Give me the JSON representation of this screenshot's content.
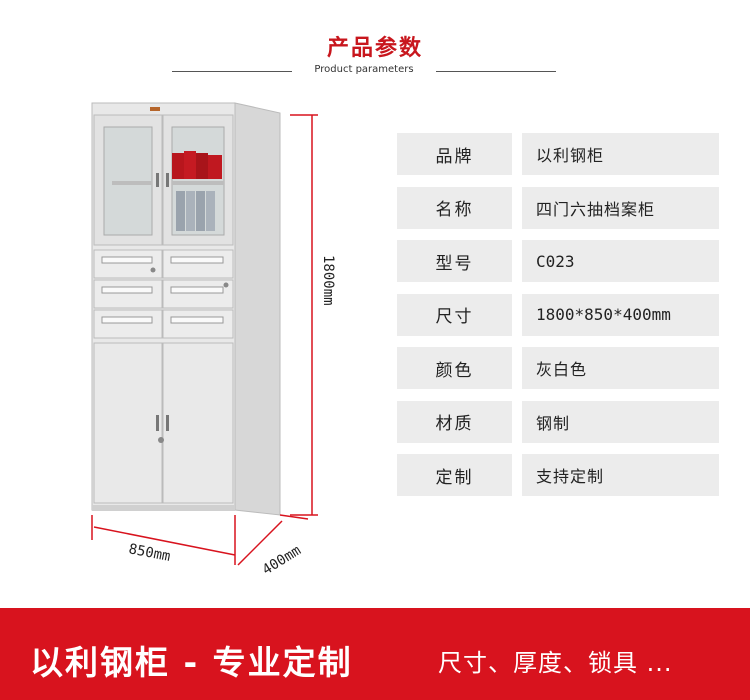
{
  "header": {
    "title": "产品参数",
    "subtitle": "Product parameters"
  },
  "dimensions": {
    "height": "1800mm",
    "width": "850mm",
    "depth": "400mm"
  },
  "params": [
    {
      "label": "品牌",
      "value": "以利钢柜"
    },
    {
      "label": "名称",
      "value": "四门六抽档案柜"
    },
    {
      "label": "型号",
      "value": "C023"
    },
    {
      "label": "尺寸",
      "value": "1800*850*400mm"
    },
    {
      "label": "颜色",
      "value": "灰白色"
    },
    {
      "label": "材质",
      "value": "钢制"
    },
    {
      "label": "定制",
      "value": "支持定制"
    }
  ],
  "banner": {
    "main": "以利钢柜 - 专业定制",
    "sub": "尺寸、厚度、锁具 ..."
  },
  "colors": {
    "accent": "#c8161d",
    "banner_bg": "#d8131e",
    "cell_bg": "#ececec",
    "cabinet": "#e6e6e6"
  }
}
